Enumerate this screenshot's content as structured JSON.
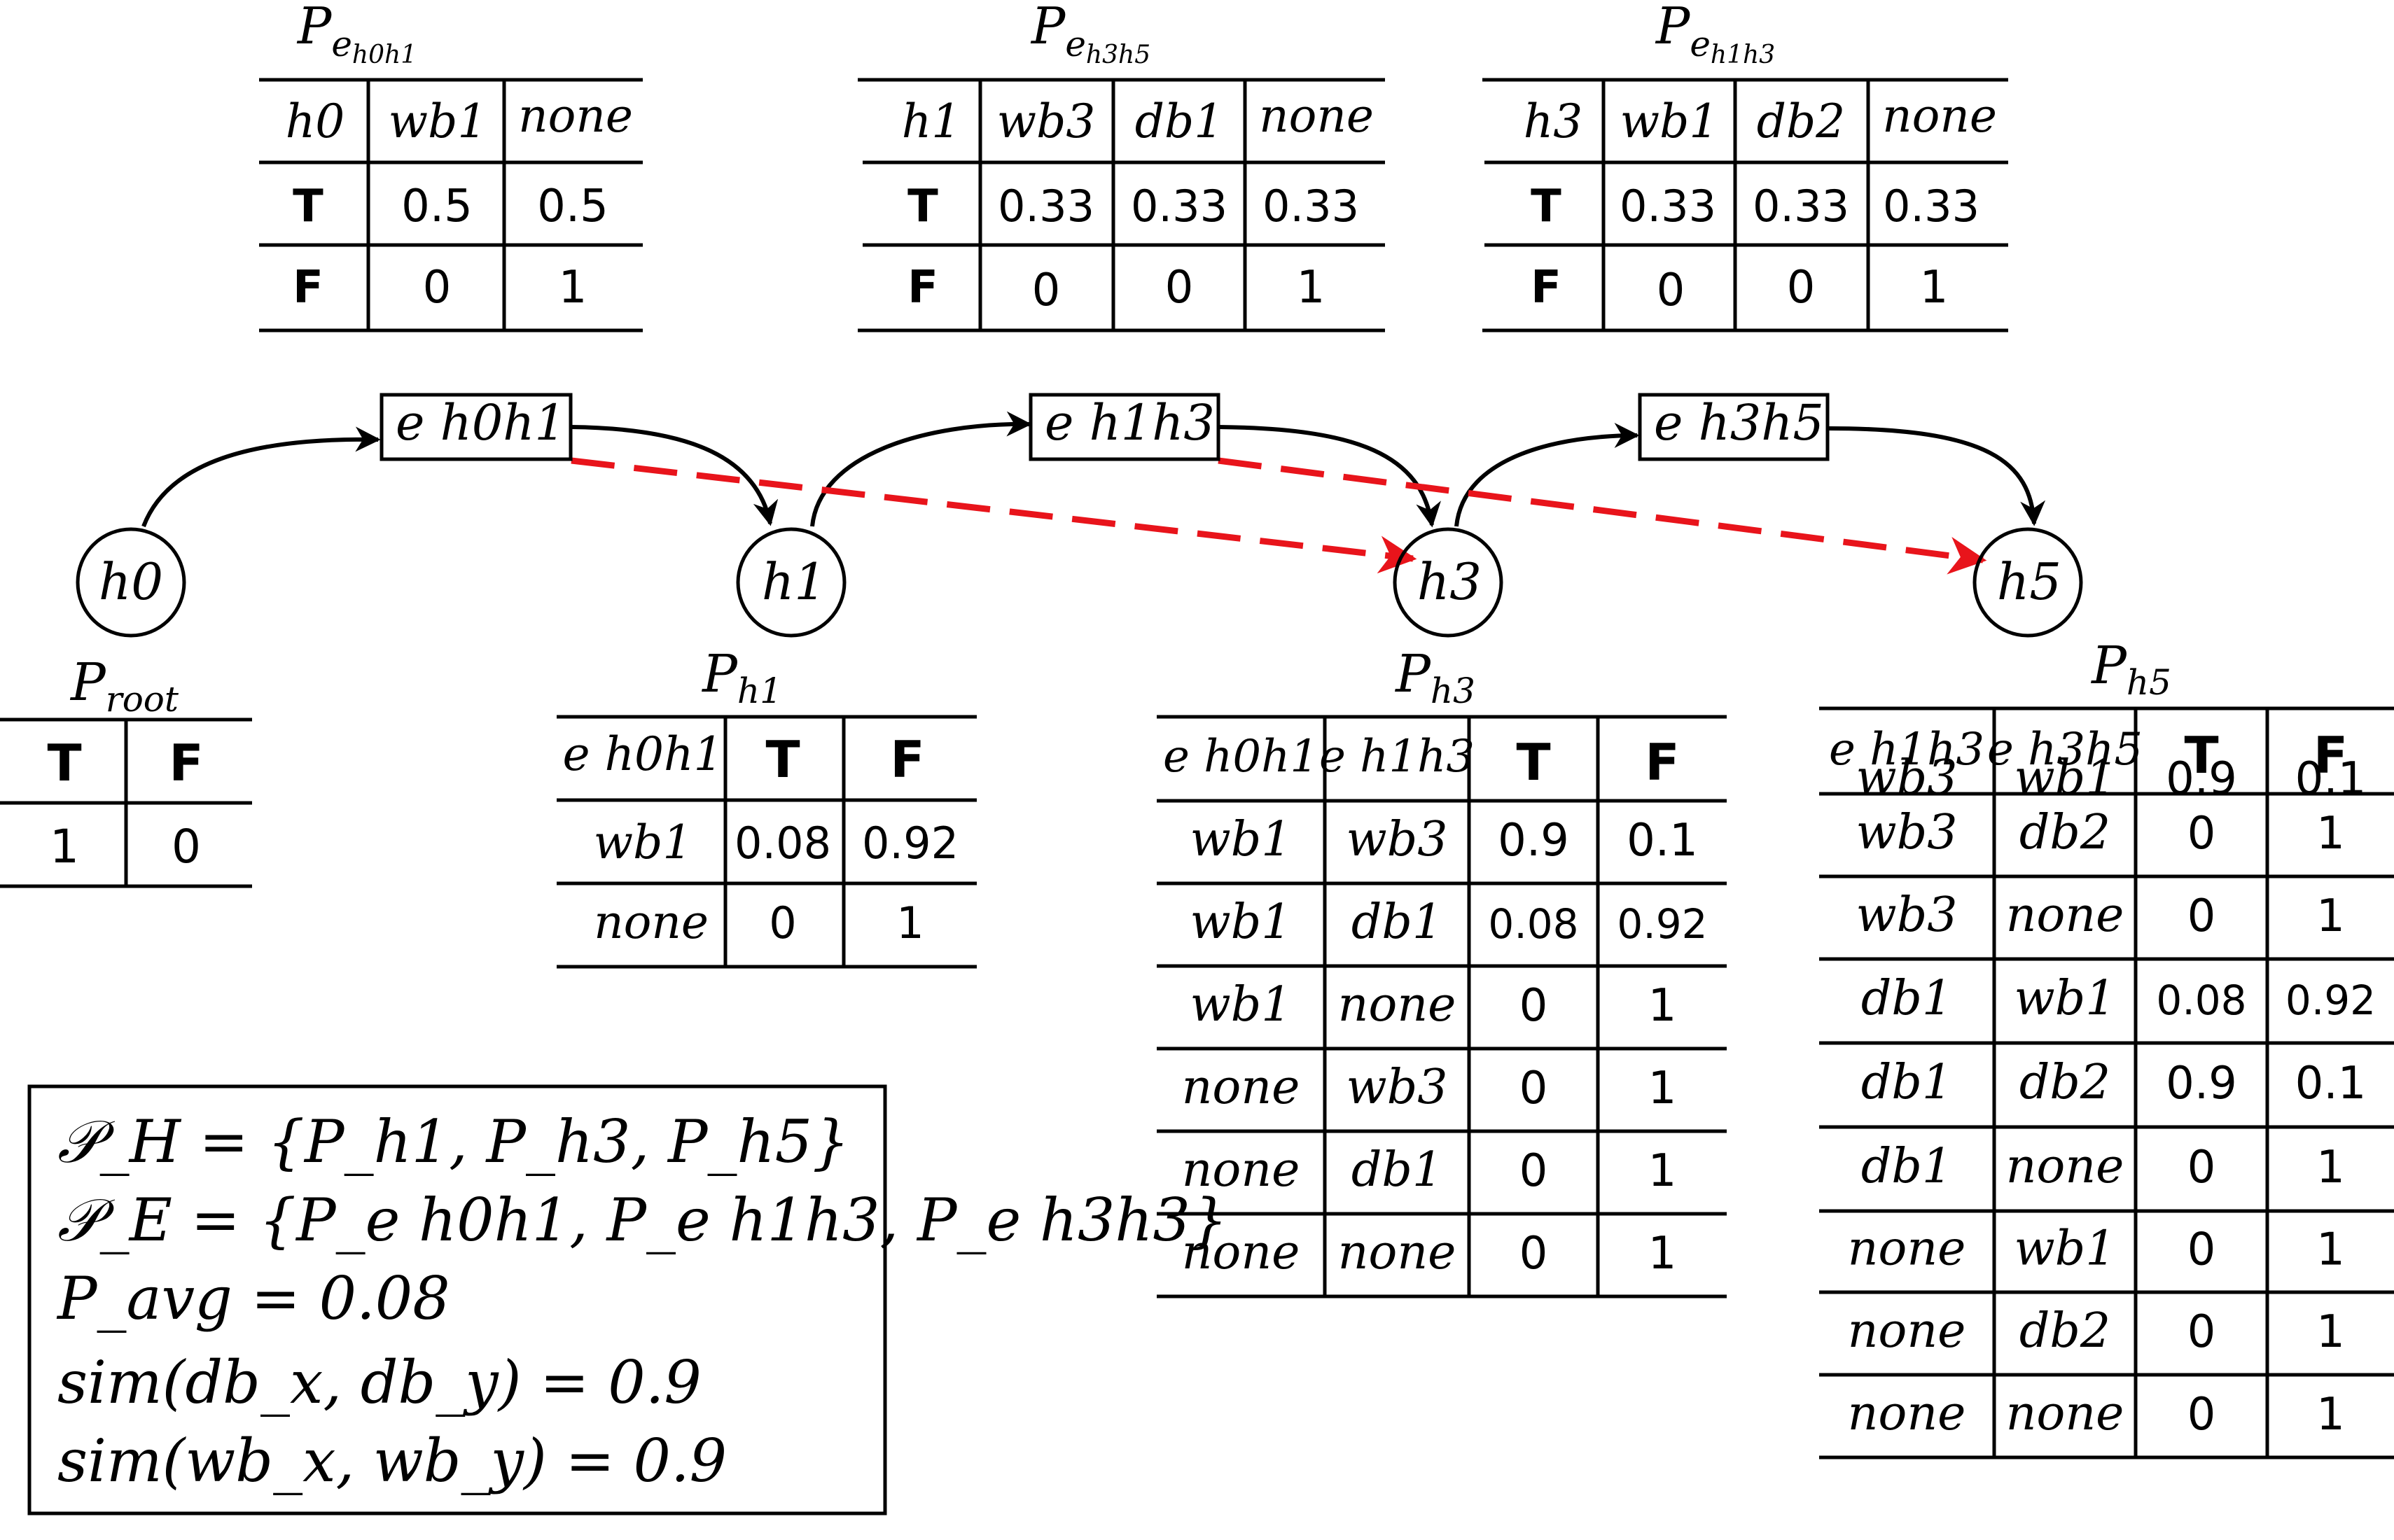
{
  "edge_cpts": [
    {
      "title": "P",
      "title_sub": "e",
      "title_subsub": "h0h1",
      "headers": [
        "h0",
        "wb1",
        "none"
      ],
      "rows": [
        [
          "T",
          "0.5",
          "0.5"
        ],
        [
          "F",
          "0",
          "1"
        ]
      ]
    },
    {
      "title": "P",
      "title_sub": "e",
      "title_subsub": "h3h5",
      "headers": [
        "h1",
        "wb3",
        "db1",
        "none"
      ],
      "rows": [
        [
          "T",
          "0.33",
          "0.33",
          "0.33"
        ],
        [
          "F",
          "0",
          "0",
          "1"
        ]
      ]
    },
    {
      "title": "P",
      "title_sub": "e",
      "title_subsub": "h1h3",
      "headers": [
        "h3",
        "wb1",
        "db2",
        "none"
      ],
      "rows": [
        [
          "T",
          "0.33",
          "0.33",
          "0.33"
        ],
        [
          "F",
          "0",
          "0",
          "1"
        ]
      ]
    }
  ],
  "graph": {
    "nodes": [
      "h0",
      "h1",
      "h3",
      "h5"
    ],
    "edges": [
      "e h0h1",
      "e h1h3",
      "e h3h5"
    ]
  },
  "root_cpt": {
    "title": "P",
    "title_sub": "root",
    "headers": [
      "T",
      "F"
    ],
    "rows": [
      [
        "1",
        "0"
      ]
    ]
  },
  "node_cpts": [
    {
      "title": "P",
      "title_sub": "h1",
      "headers": [
        "e h0h1",
        "T",
        "F"
      ],
      "rows": [
        [
          "wb1",
          "0.08",
          "0.92"
        ],
        [
          "none",
          "0",
          "1"
        ]
      ]
    },
    {
      "title": "P",
      "title_sub": "h3",
      "headers": [
        "e h0h1",
        "e h1h3",
        "T",
        "F"
      ],
      "rows": [
        [
          "wb1",
          "wb3",
          "0.9",
          "0.1"
        ],
        [
          "wb1",
          "db1",
          "0.08",
          "0.92"
        ],
        [
          "wb1",
          "none",
          "0",
          "1"
        ],
        [
          "none",
          "wb3",
          "0",
          "1"
        ],
        [
          "none",
          "db1",
          "0",
          "1"
        ],
        [
          "none",
          "none",
          "0",
          "1"
        ]
      ]
    },
    {
      "title": "P",
      "title_sub": "h5",
      "headers": [
        "e h1h3",
        "e h3h5",
        "T",
        "F"
      ],
      "rows": [
        [
          "wb3",
          "wb1",
          "0.9",
          "0.1"
        ],
        [
          "wb3",
          "db2",
          "0",
          "1"
        ],
        [
          "wb3",
          "none",
          "0",
          "1"
        ],
        [
          "db1",
          "wb1",
          "0.08",
          "0.92"
        ],
        [
          "db1",
          "db2",
          "0.9",
          "0.1"
        ],
        [
          "db1",
          "none",
          "0",
          "1"
        ],
        [
          "none",
          "wb1",
          "0",
          "1"
        ],
        [
          "none",
          "db2",
          "0",
          "1"
        ],
        [
          "none",
          "none",
          "0",
          "1"
        ]
      ]
    }
  ],
  "summary": {
    "line1": "𝒫_H = {P_h1, P_h3, P_h5}",
    "line2": "𝒫_E = {P_e h0h1, P_e h1h3, P_e h3h3}",
    "line3": "P_avg = 0.08",
    "line4": "sim(db_x, db_y) = 0.9",
    "line5": "sim(wb_x, wb_y) = 0.9"
  },
  "colors": {
    "ink": "#000000",
    "highlight": "#e8141b"
  }
}
